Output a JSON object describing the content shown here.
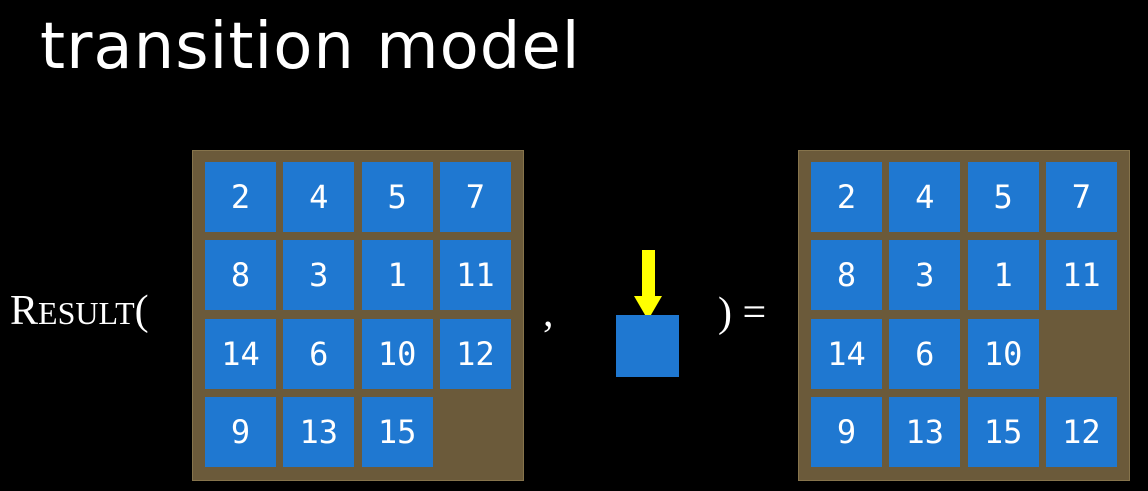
{
  "title": "transition model",
  "function_label": {
    "initial": "R",
    "rest": "ESULT",
    "open_paren": "("
  },
  "comma": ",",
  "close_equals": ") =",
  "action_icon": "down-arrow-icon",
  "colors": {
    "tile": "#1f78d1",
    "board": "#6b5a3a",
    "arrow": "#ffff00",
    "background": "#000000",
    "text": "#ffffff"
  },
  "boards": [
    {
      "tiles": [
        [
          "2",
          "4",
          "5",
          "7"
        ],
        [
          "8",
          "3",
          "1",
          "11"
        ],
        [
          "14",
          "6",
          "10",
          "12"
        ],
        [
          "9",
          "13",
          "15",
          ""
        ]
      ]
    },
    {
      "tiles": [
        [
          "2",
          "4",
          "5",
          "7"
        ],
        [
          "8",
          "3",
          "1",
          "11"
        ],
        [
          "14",
          "6",
          "10",
          ""
        ],
        [
          "9",
          "13",
          "15",
          "12"
        ]
      ]
    }
  ]
}
